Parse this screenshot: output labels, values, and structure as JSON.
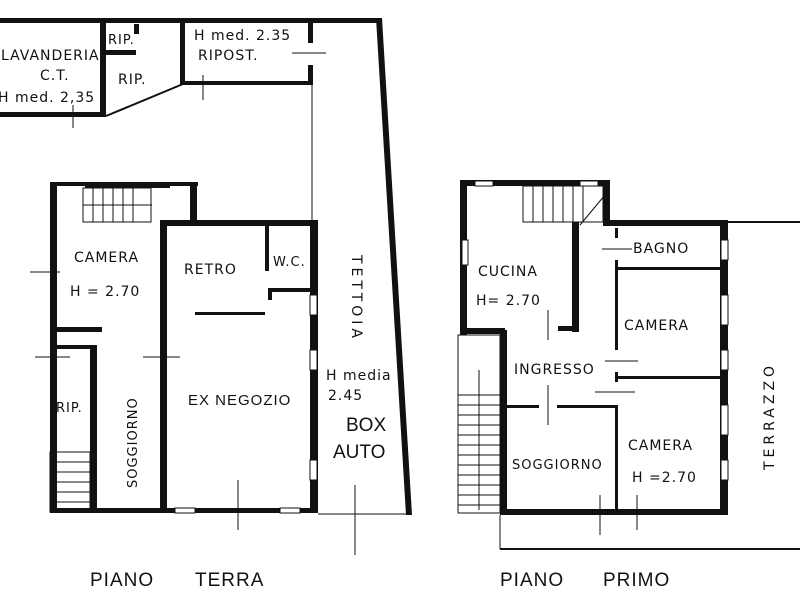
{
  "ground_floor": {
    "title_left": "PIANO",
    "title_right": "TERRA",
    "rooms": {
      "lavanderia": "LAVANDERIA",
      "ct": "C.T.",
      "lavanderia_height": "H med. 2,35",
      "rip_small": "RIP.",
      "rip": "RIP.",
      "ripost_height": "H med. 2.35",
      "ripost": "RIPOST.",
      "camera": "CAMERA",
      "camera_height": "H = 2.70",
      "retro": "RETRO",
      "wc": "W.C.",
      "rip_lower": "RIP.",
      "soggiorno": "SOGGIORNO",
      "ex_negozio": "EX NEGOZIO",
      "tettoia": "TETTOIA",
      "tettoia_height_1": "H media",
      "tettoia_height_2": "2.45",
      "box_1": "BOX",
      "box_2": "AUTO"
    }
  },
  "first_floor": {
    "title_left": "PIANO",
    "title_right": "PRIMO",
    "rooms": {
      "cucina": "CUCINA",
      "cucina_height": "H= 2.70",
      "bagno": "BAGNO",
      "camera_1": "CAMERA",
      "ingresso": "INGRESSO",
      "soggiorno": "SOGGIORNO",
      "camera_2": "CAMERA",
      "camera_2_height": "H =2.70",
      "terrazzo": "TERRAZZO"
    }
  }
}
